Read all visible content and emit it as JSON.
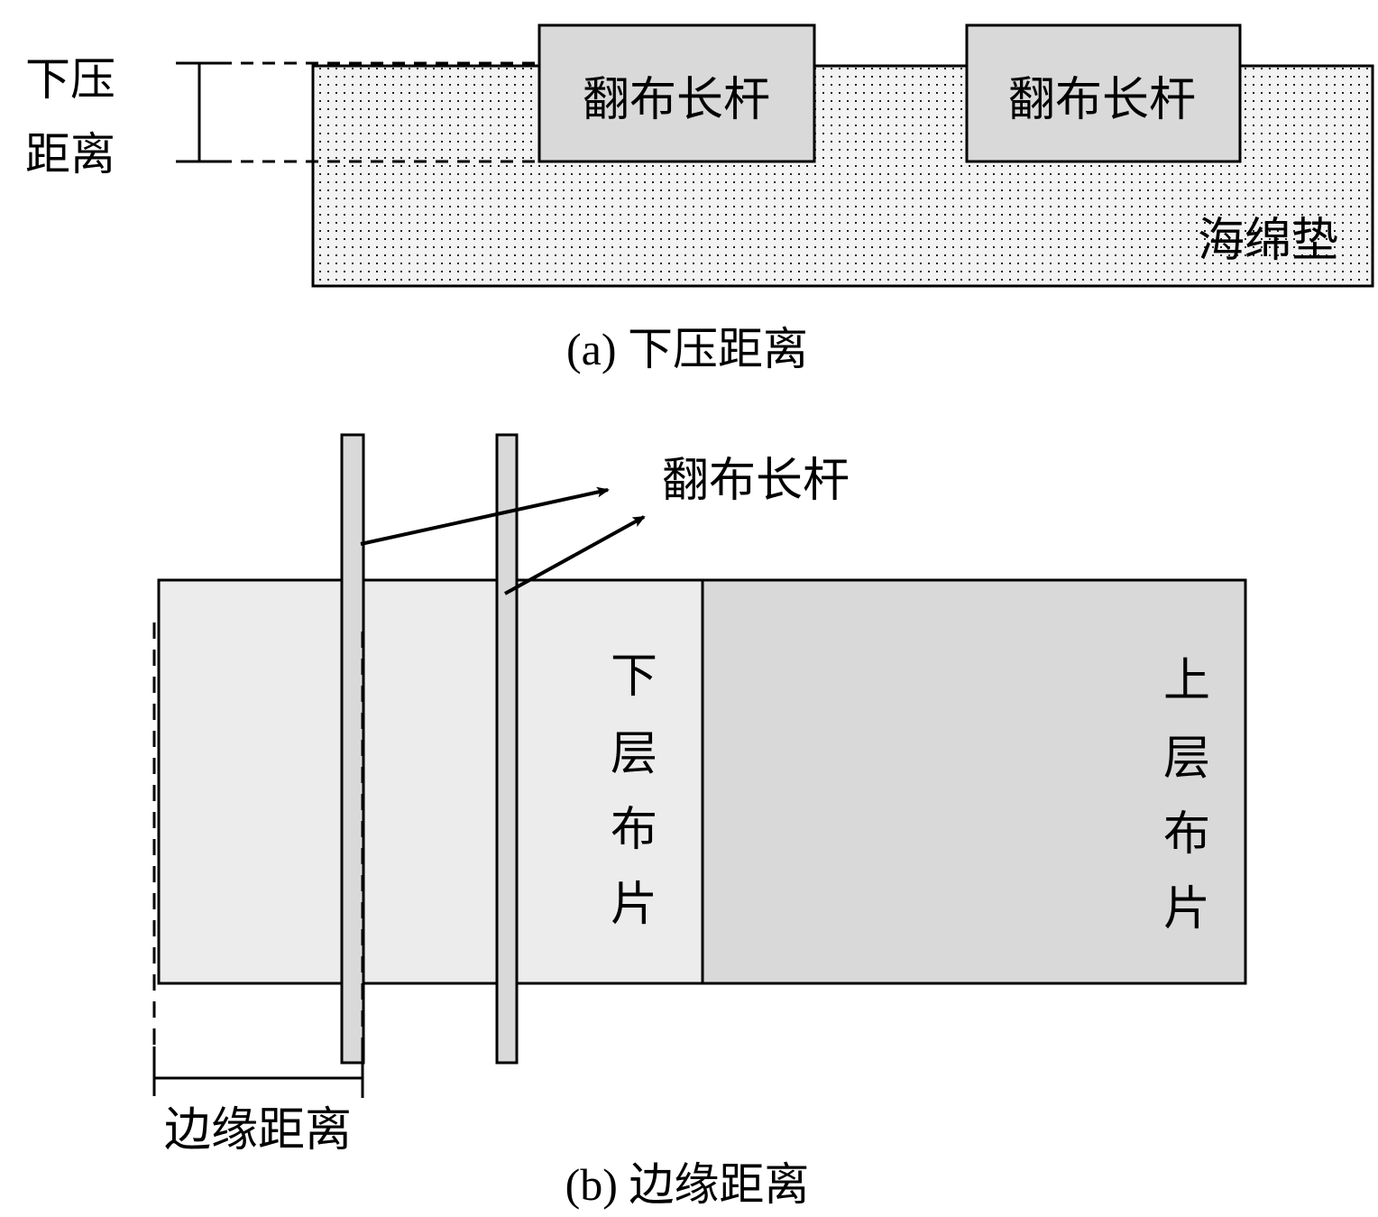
{
  "colors": {
    "sponge_fill": "#f3f3f3",
    "bar_fill": "#d9d9d9",
    "lower_cloth_fill": "#ececec",
    "upper_cloth_fill": "#d9d9d9",
    "stroke": "#000000"
  },
  "panel_a": {
    "press_distance_label_line1": "下压",
    "press_distance_label_line2": "距离",
    "bar_left_label": "翻布长杆",
    "bar_right_label": "翻布长杆",
    "sponge_label": "海绵垫",
    "caption": "(a) 下压距离"
  },
  "panel_b": {
    "bar_label": "翻布长杆",
    "lower_cloth_chars": [
      "下",
      "层",
      "布",
      "片"
    ],
    "upper_cloth_chars": [
      "上",
      "层",
      "布",
      "片"
    ],
    "edge_distance_label": "边缘距离",
    "caption": "(b) 边缘距离"
  }
}
